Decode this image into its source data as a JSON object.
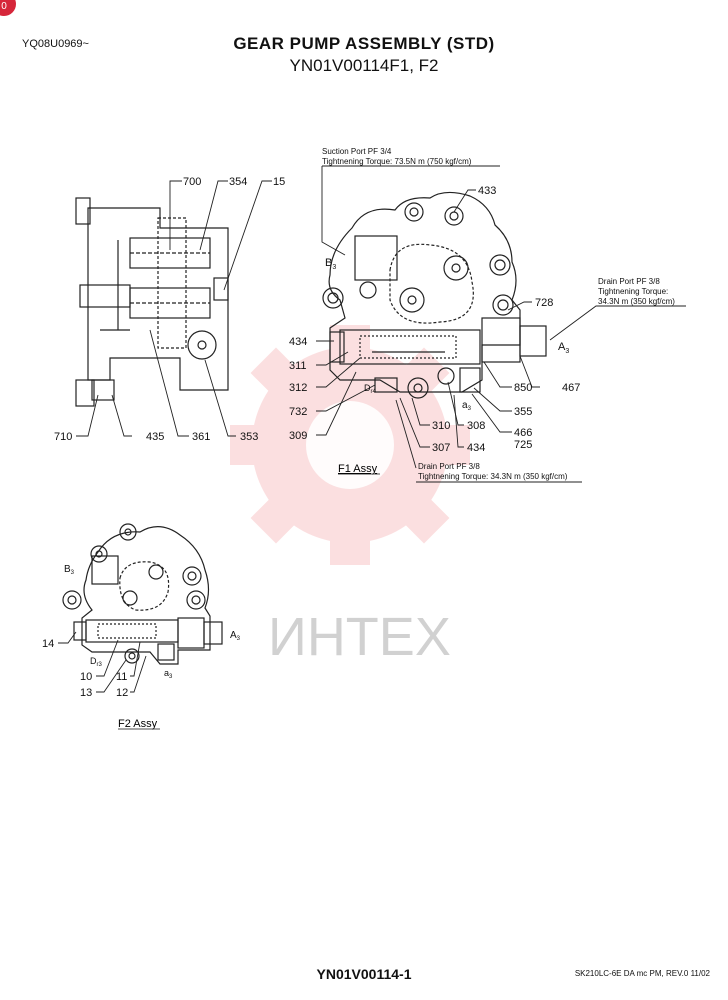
{
  "header": {
    "doc_code": "YQ08U0969~",
    "title": "GEAR PUMP ASSEMBLY (STD)",
    "subtitle": "YN01V00114F1, F2"
  },
  "watermark": {
    "text": "ИHTEX",
    "color": "#e8101a"
  },
  "f1": {
    "assy_label": "F1 Assy",
    "suction_note": [
      "Suction Port PF 3/4",
      "Tightnening Torque: 73.5N m (750 kgf/cm)"
    ],
    "drain_note_right": [
      "Drain Port PF 3/8",
      "Tightnening Torque:",
      "34.3N m (350 kgf/cm)"
    ],
    "drain_note_bottom": [
      "Drain Port PF 3/8",
      "Tightnening Torque: 34.3N m (350 kgf/cm)"
    ],
    "port_b": "B",
    "port_b_sub": "3",
    "port_a": "A",
    "port_a_sub": "3",
    "port_d": "D",
    "port_d_sub": "r4",
    "port_a_small": "a",
    "port_a_small_sub": "3",
    "callouts": {
      "c700": "700",
      "c354": "354",
      "c15": "15",
      "c433": "433",
      "c728": "728",
      "c434a": "434",
      "c311": "311",
      "c312": "312",
      "c732": "732",
      "c309": "309",
      "c710": "710",
      "c435": "435",
      "c361": "361",
      "c353": "353",
      "c310": "310",
      "c307": "307",
      "c308": "308",
      "c434b": "434",
      "c850": "850",
      "c467": "467",
      "c355": "355",
      "c466": "466",
      "c725": "725"
    }
  },
  "f2": {
    "assy_label": "F2 Assy",
    "port_b": "B",
    "port_b_sub": "3",
    "port_a": "A",
    "port_a_sub": "3",
    "port_d": "D",
    "port_d_sub": "r3",
    "port_a_small": "a",
    "port_a_small_sub": "3",
    "callouts": {
      "c14": "14",
      "c10": "10",
      "c13": "13",
      "c11": "11",
      "c12": "12"
    }
  },
  "footer": {
    "part_number": "YN01V00114-1",
    "reference": "SK210LC-6E DA mc PM, REV.0 11/02"
  },
  "badge": {
    "text": "0",
    "color": "#d6263a"
  }
}
